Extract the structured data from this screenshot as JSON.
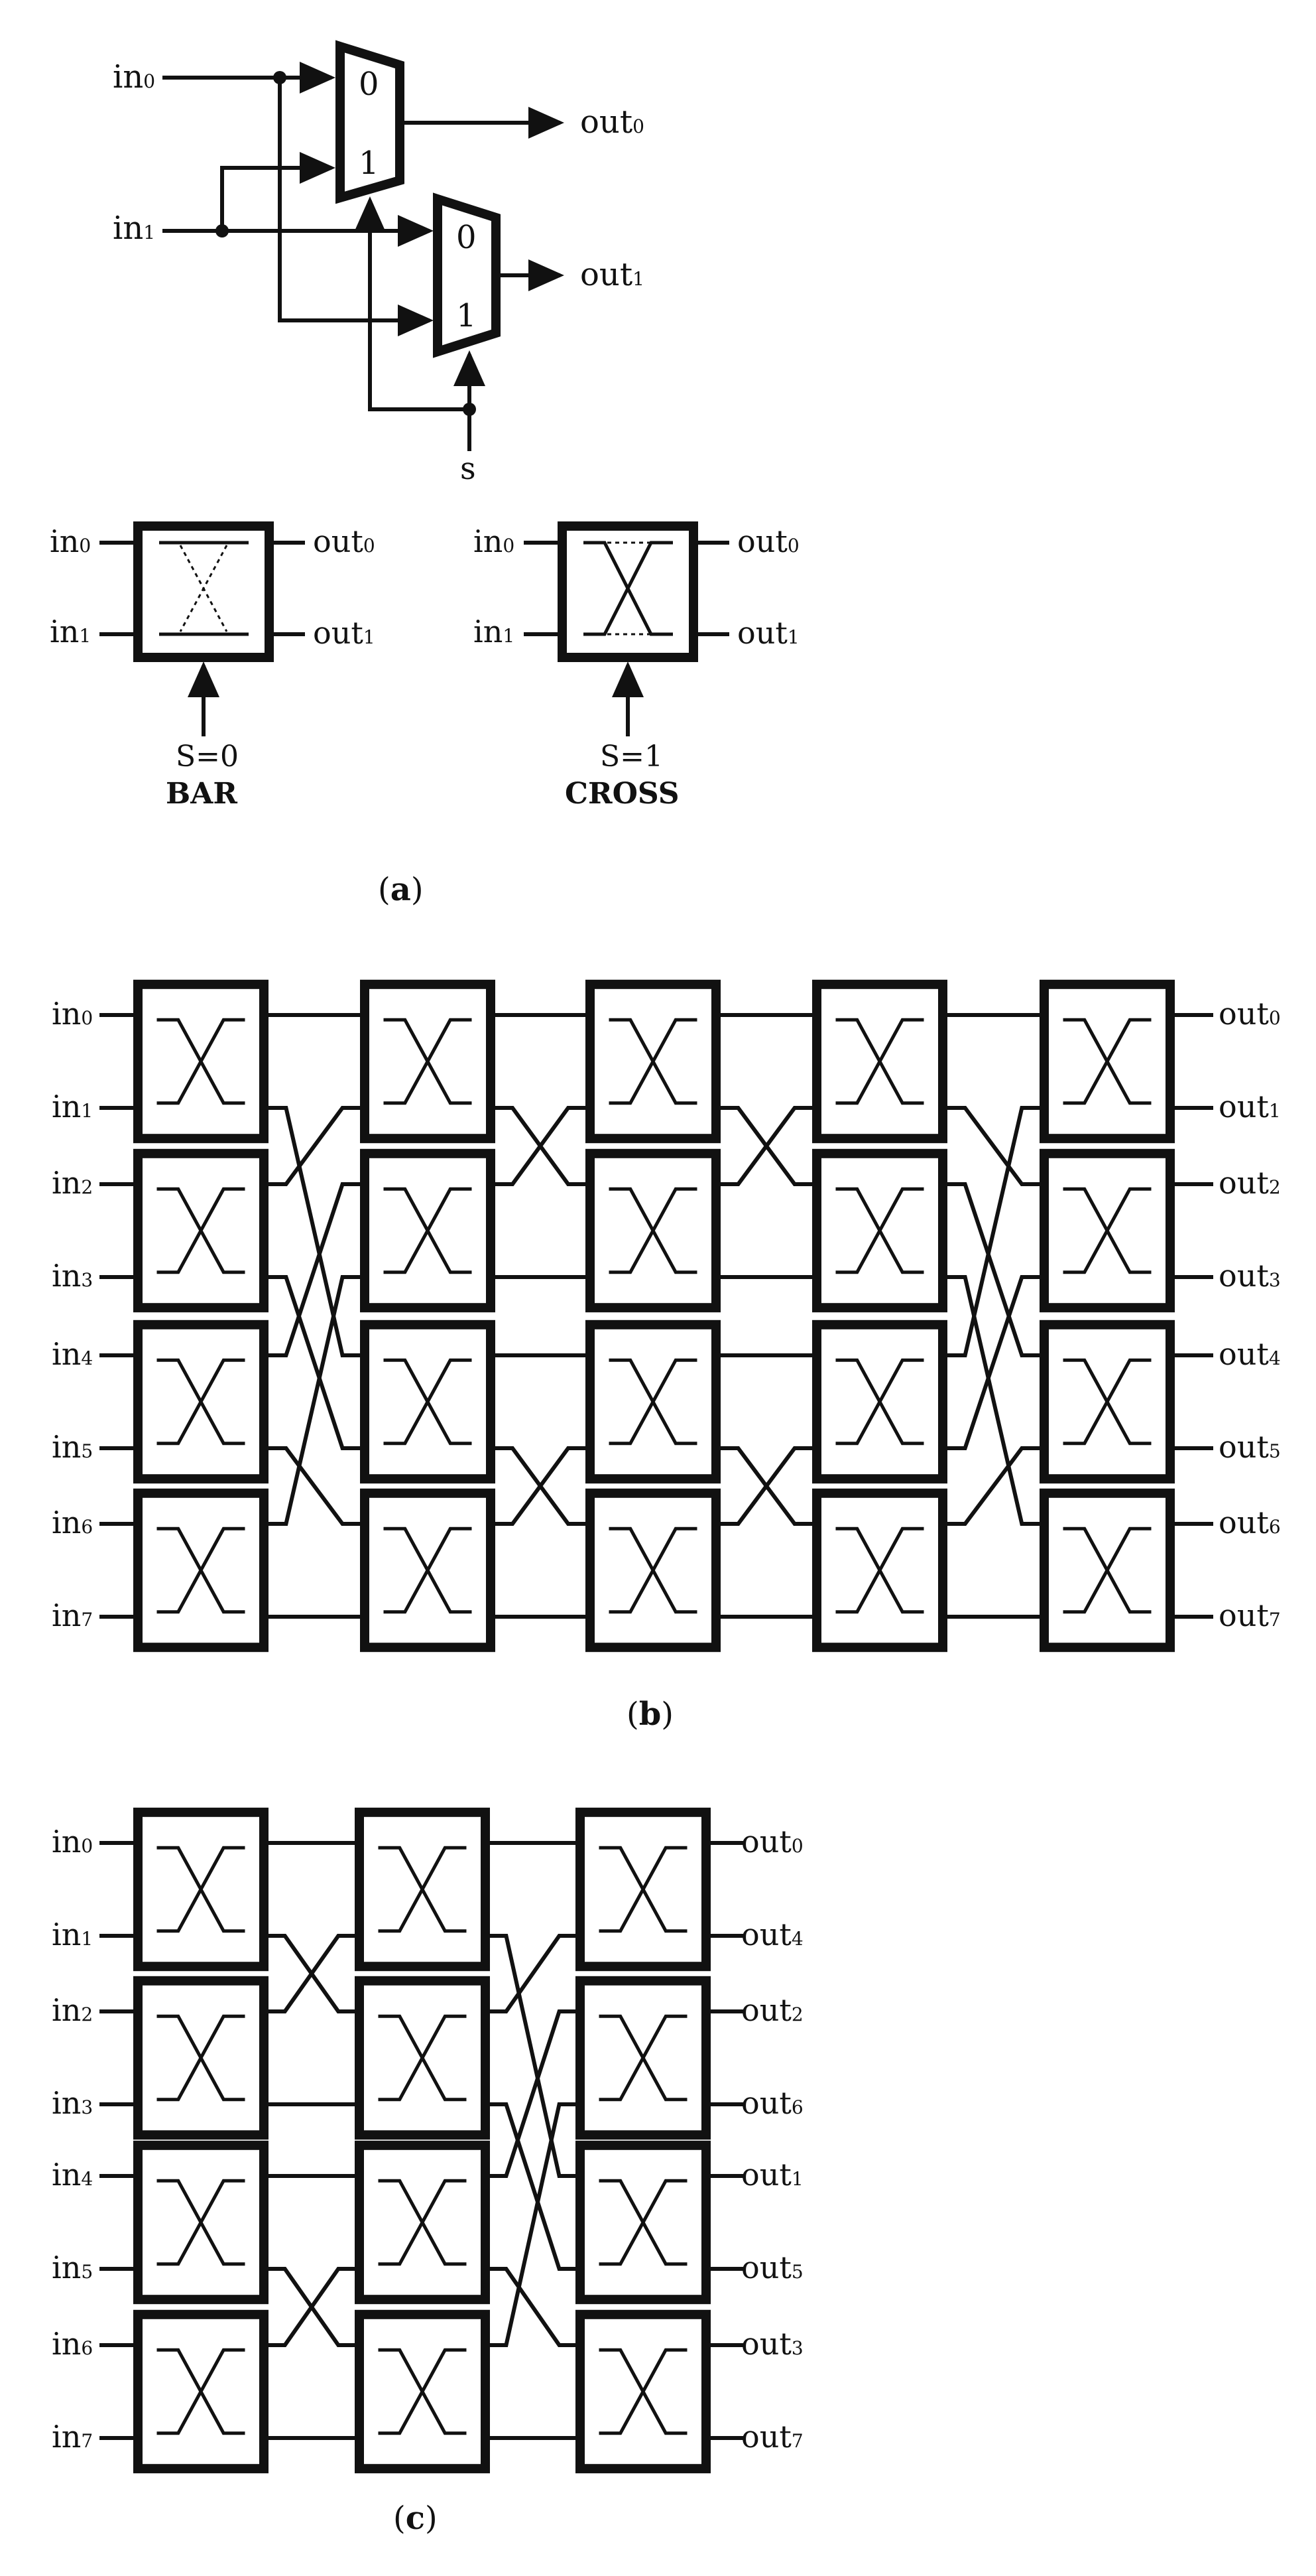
{
  "part_a": {
    "mux": {
      "inputs": [
        "in",
        "in"
      ],
      "input_subscripts": [
        "0",
        "1"
      ],
      "mux_labels": [
        "0",
        "1"
      ],
      "outputs": [
        "out",
        "out"
      ],
      "output_subscripts": [
        "0",
        "1"
      ],
      "select": "s"
    },
    "bar": {
      "inputs": [
        "in",
        "in"
      ],
      "input_subscripts": [
        "0",
        "1"
      ],
      "outputs": [
        "out",
        "out"
      ],
      "output_subscripts": [
        "0",
        "1"
      ],
      "select_value": "S=0",
      "title": "BAR"
    },
    "cross": {
      "inputs": [
        "in",
        "in"
      ],
      "input_subscripts": [
        "0",
        "1"
      ],
      "outputs": [
        "out",
        "out"
      ],
      "output_subscripts": [
        "0",
        "1"
      ],
      "select_value": "S=1",
      "title": "CROSS"
    },
    "caption": "a"
  },
  "part_b": {
    "stages": 5,
    "inputs": [
      "in",
      "in",
      "in",
      "in",
      "in",
      "in",
      "in",
      "in"
    ],
    "input_subscripts": [
      "0",
      "1",
      "2",
      "3",
      "4",
      "5",
      "6",
      "7"
    ],
    "outputs": [
      "out",
      "out",
      "out",
      "out",
      "out",
      "out",
      "out",
      "out"
    ],
    "output_subscripts": [
      "0",
      "1",
      "2",
      "3",
      "4",
      "5",
      "6",
      "7"
    ],
    "caption": "b"
  },
  "part_c": {
    "stages": 3,
    "inputs": [
      "in",
      "in",
      "in",
      "in",
      "in",
      "in",
      "in",
      "in"
    ],
    "input_subscripts": [
      "0",
      "1",
      "2",
      "3",
      "4",
      "5",
      "6",
      "7"
    ],
    "outputs": [
      "out",
      "out",
      "out",
      "out",
      "out",
      "out",
      "out",
      "out"
    ],
    "output_subscripts": [
      "0",
      "4",
      "2",
      "6",
      "1",
      "5",
      "3",
      "7"
    ],
    "caption": "c"
  }
}
